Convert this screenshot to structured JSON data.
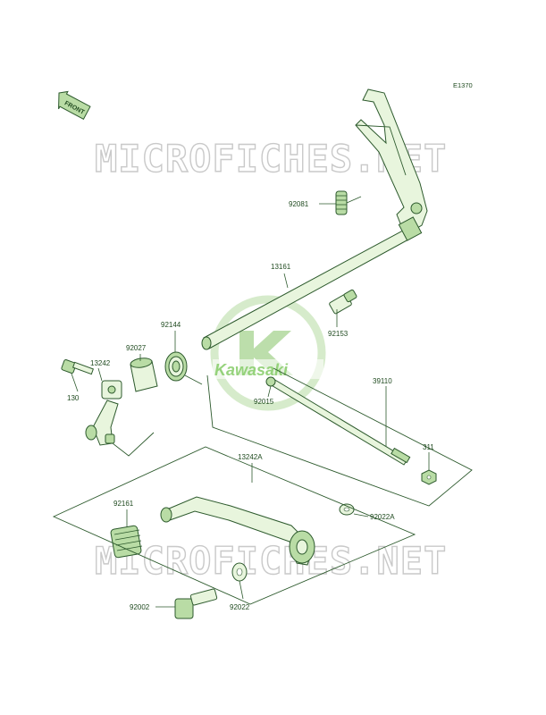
{
  "diagram": {
    "code": "E1370",
    "front_label": "FRONT",
    "brand": "Kawasaki",
    "watermark": "MICROFICHES.NET",
    "parts": [
      {
        "id": "92081"
      },
      {
        "id": "13161"
      },
      {
        "id": "92153"
      },
      {
        "id": "92144"
      },
      {
        "id": "92027"
      },
      {
        "id": "13242"
      },
      {
        "id": "130"
      },
      {
        "id": "39110"
      },
      {
        "id": "92015"
      },
      {
        "id": "311"
      },
      {
        "id": "13242A"
      },
      {
        "id": "92022A"
      },
      {
        "id": "92161"
      },
      {
        "id": "92002"
      },
      {
        "id": "92022"
      }
    ]
  }
}
